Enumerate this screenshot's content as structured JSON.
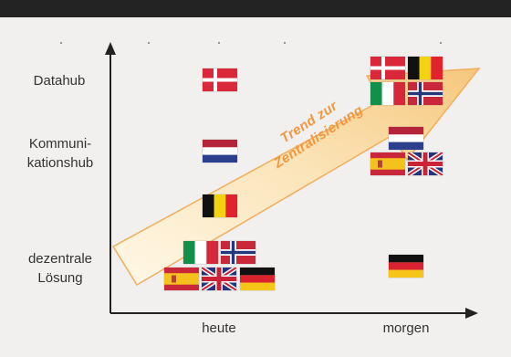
{
  "y_axis": {
    "levels": [
      {
        "lines": [
          "Datahub"
        ]
      },
      {
        "lines": [
          "Kommuni-",
          "kationshub"
        ]
      },
      {
        "lines": [
          "dezentrale",
          "Lösung"
        ]
      }
    ]
  },
  "x_axis": {
    "categories": [
      "heute",
      "morgen"
    ]
  },
  "trend_arrow": {
    "lines": [
      "Trend zur",
      "Zentralisierung"
    ],
    "color": "#f2973e"
  },
  "placements": {
    "heute": {
      "Datahub": [
        "denmark"
      ],
      "Kommunikationshub": [
        "netherlands",
        "belgium"
      ],
      "dezentrale Lösung": [
        "italy",
        "norway",
        "spain",
        "united-kingdom",
        "germany"
      ]
    },
    "morgen": {
      "Datahub": [
        "denmark",
        "belgium",
        "italy",
        "norway"
      ],
      "Kommunikationshub": [
        "netherlands",
        "spain",
        "united-kingdom"
      ],
      "dezentrale Lösung": [
        "germany"
      ]
    }
  }
}
